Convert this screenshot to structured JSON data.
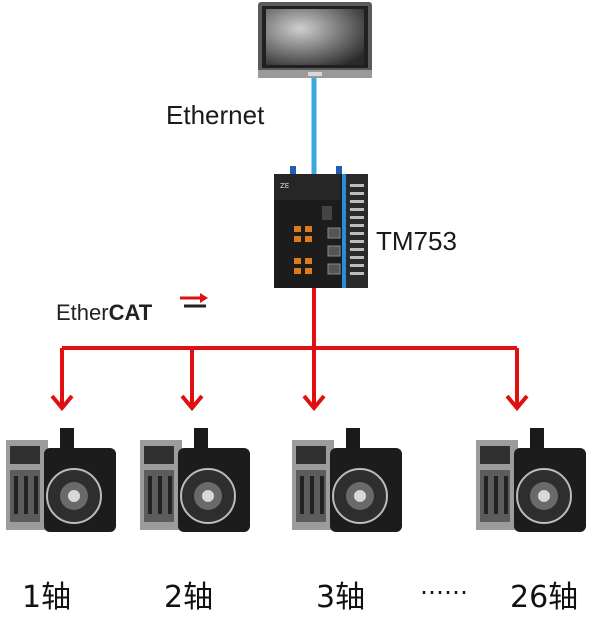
{
  "diagram": {
    "network_labels": {
      "upper_link": "Ethernet",
      "controller": "TM753",
      "fieldbus_prefix": "Ether",
      "fieldbus_suffix": "CAT"
    },
    "axes": [
      {
        "label": "1轴"
      },
      {
        "label": "2轴"
      },
      {
        "label": "3轴"
      },
      {
        "label": "……"
      },
      {
        "label": "26轴"
      }
    ],
    "colors": {
      "ethernet_cable": "#3aa8e0",
      "ethercat_line": "#e01010",
      "hmi_frame": "#4a4a4a",
      "plc_body": "#1c1c1c",
      "servo_motor": "#222222"
    },
    "icons": [
      "hmi-panel-icon",
      "plc-controller-icon",
      "servo-drive-motor-icon"
    ]
  }
}
